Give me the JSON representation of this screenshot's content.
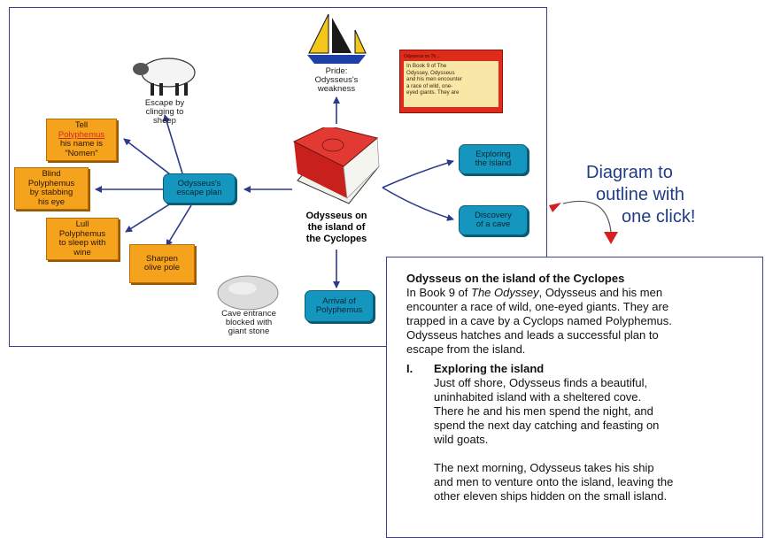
{
  "diagram": {
    "center": {
      "line1": "Odysseus on",
      "line2": "the island of",
      "line3": "the Cyclopes"
    },
    "pride": {
      "line1": "Pride:",
      "line2": "Odysseus's",
      "line3": "weakness"
    },
    "sheep": {
      "line1": "Escape by",
      "line2": "clinging to",
      "line3": "sheep"
    },
    "escape_plan": {
      "line1": "Odysseus's",
      "line2": "escape plan"
    },
    "tell": {
      "line1": "Tell",
      "line2": "Polyphemus",
      "line3": "his name is",
      "line4": "\"Nomen\""
    },
    "blind": {
      "line1": "Blind",
      "line2": "Polyphemus",
      "line3": "by stabbing",
      "line4": "his eye"
    },
    "lull": {
      "line1": "Lull",
      "line2": "Polyphemus",
      "line3": "to sleep with",
      "line4": "wine"
    },
    "sharpen": {
      "line1": "Sharpen",
      "line2": "olive pole"
    },
    "exploring": {
      "line1": "Exploring",
      "line2": "the island"
    },
    "discovery": {
      "line1": "Discovery",
      "line2": "of a cave"
    },
    "arrival": {
      "line1": "Arrival of",
      "line2": "Polyphemus"
    },
    "cave": {
      "line1": "Cave entrance",
      "line2": "blocked with",
      "line3": "giant stone"
    },
    "note": {
      "title": "Odysseus on Th...",
      "lines": [
        "In Book 9 of The",
        "Odyssey, Odysseus",
        "and his men encounter",
        "a race of wild, one-",
        "eyed giants. They are"
      ]
    }
  },
  "annotation": {
    "line1": "Diagram to",
    "line2": "outline with",
    "line3": "one click!"
  },
  "outline": {
    "title": "Odysseus on the island of the Cyclopes",
    "intro_pre": "In Book 9 of ",
    "intro_italic": "The Odyssey",
    "intro_post": ", Odysseus and his men",
    "intro_lines": [
      "encounter a race of wild, one-eyed giants. They are",
      "trapped in a cave by a Cyclops named Polyphemus.",
      "Odysseus hatches and leads a successful plan to",
      "escape from the island."
    ],
    "section": {
      "numeral": "I.",
      "heading": "Exploring the island",
      "para1": [
        "Just off shore, Odysseus finds a beautiful,",
        "uninhabited island with a sheltered cove.",
        "There he and his men spend the night, and",
        "spend the next day catching and feasting on",
        "wild goats."
      ],
      "para2": [
        "The next morning, Odysseus takes his ship",
        "and men to venture onto the island, leaving the",
        "other eleven ships hidden on the small island."
      ]
    }
  }
}
